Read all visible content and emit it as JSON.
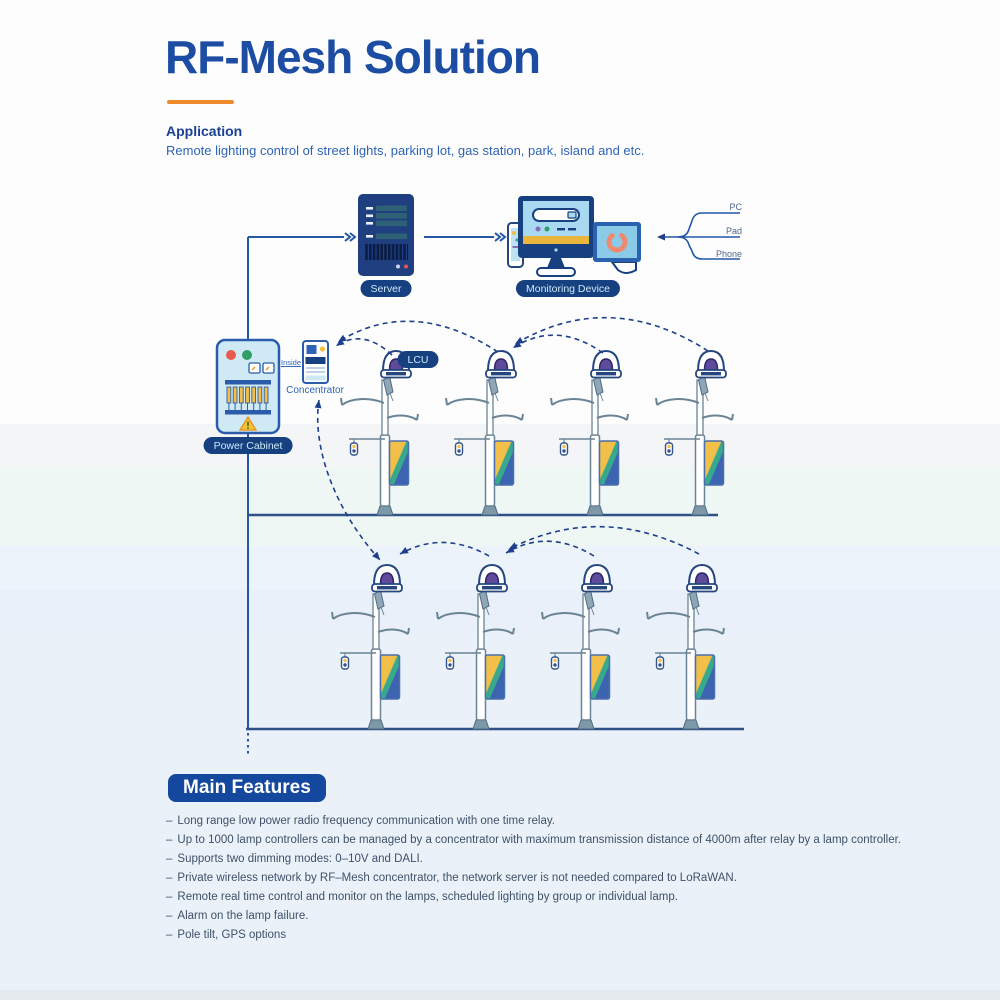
{
  "page": {
    "title": "RF-Mesh Solution",
    "application_heading": "Application",
    "application_text": "Remote lighting control of street lights, parking lot, gas station, park, island and etc."
  },
  "diagram": {
    "labels": {
      "server": "Server",
      "monitoring_device": "Monitoring Device",
      "power_cabinet": "Power Cabinet",
      "concentrator": "Concentrator",
      "inside": "Inside",
      "lcu": "LCU",
      "pc": "PC",
      "pad": "Pad",
      "phone": "Phone"
    },
    "icons": [
      "server-icon",
      "monitor-icon",
      "laptop-icon",
      "phone-icon",
      "power-cabinet-icon",
      "concentrator-icon",
      "lcu-beacon-icon",
      "street-lamp-icon"
    ],
    "colors": {
      "accent_orange": "#ee8b2c",
      "title_blue": "#1c4da3",
      "pill_navy": "#16407f",
      "line_navy": "#2457a8",
      "dashed_navy": "#1d3f8c",
      "banner_yellow": "#f2c049",
      "banner_green": "#38a98c",
      "banner_blue": "#3c64b0",
      "lamp_purple": "#5e4b9c"
    }
  },
  "features": {
    "heading": "Main Features",
    "bullet": "–",
    "items": [
      "Long range low power radio frequency communication with one time relay.",
      "Up to 1000 lamp controllers can be managed by a concentrator with maximum transmission distance of 4000m after relay by a lamp controller.",
      "Supports two dimming modes: 0–10V and DALI.",
      "Private wireless network by RF–Mesh concentrator, the network server is not needed compared to LoRaWAN.",
      "Remote real time control and monitor on the lamps, scheduled lighting by group or individual lamp.",
      "Alarm on the lamp failure.",
      "Pole tilt, GPS options"
    ]
  }
}
